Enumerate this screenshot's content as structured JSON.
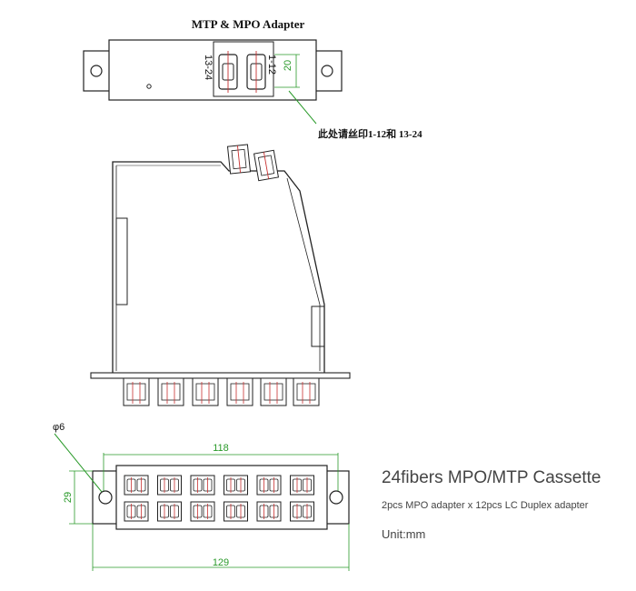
{
  "top_view": {
    "title": "MTP & MPO Adapter",
    "port_label_right": "1-12",
    "port_label_left": "13-24",
    "dim_height": "20"
  },
  "annotation": {
    "note": "此处请丝印1-12和 13-24"
  },
  "front_view": {
    "hole_label": "φ6",
    "dim_inner_width": "118",
    "dim_overall_width": "129",
    "dim_height": "29",
    "lc_adapter_count": 12
  },
  "product": {
    "title": "24fibers MPO/MTP Cassette",
    "description": "2pcs MPO adapter x 12pcs LC Duplex adapter",
    "unit": "Unit:mm"
  },
  "colors": {
    "line": "#222222",
    "dimension": "#2a9a2a",
    "fiber": "#c83030"
  }
}
